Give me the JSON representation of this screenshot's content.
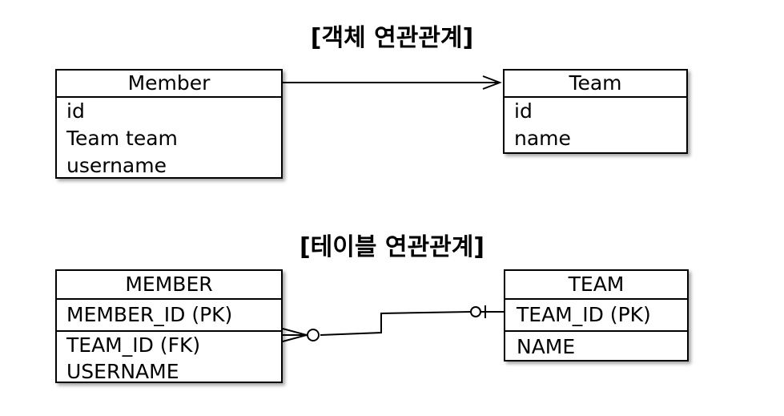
{
  "object_relation": {
    "title": "[객체 연관관계]",
    "member": {
      "name": "Member",
      "fields": [
        "id",
        "Team team",
        "username"
      ]
    },
    "team": {
      "name": "Team",
      "fields": [
        "id",
        "name"
      ]
    }
  },
  "table_relation": {
    "title": "[테이블 연관관계]",
    "member": {
      "name": "MEMBER",
      "pk": "MEMBER_ID (PK)",
      "fields": [
        "TEAM_ID (FK)",
        "USERNAME"
      ]
    },
    "team": {
      "name": "TEAM",
      "pk": "TEAM_ID (PK)",
      "fields": [
        "NAME"
      ]
    }
  }
}
